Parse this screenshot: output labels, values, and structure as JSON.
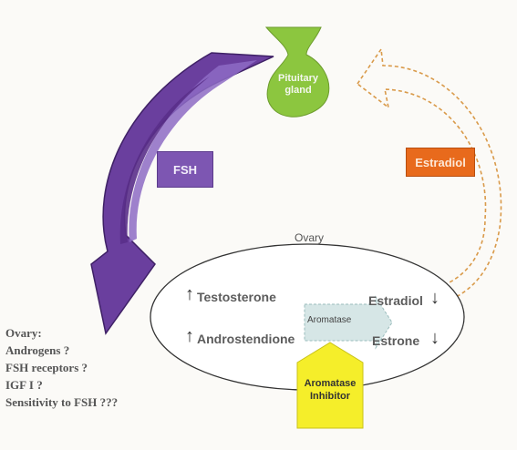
{
  "diagram": {
    "gland_label_line1": "Pituitary",
    "gland_label_line2": "gland",
    "fsh_label": "FSH",
    "estradiol_feedback_label": "Estradiol",
    "ovary_label": "Ovary",
    "testosterone_label": "Testosterone",
    "androstendione_label": "Androstendione",
    "aromatase_label": "Aromatase",
    "estradiol_label": "Estradiol",
    "estrone_label": "Estrone",
    "inhibitor_line1": "Aromatase",
    "inhibitor_line2": "Inhibitor",
    "up_arrow": "↑",
    "down_arrow": "↓"
  },
  "notes": {
    "title": "Ovary:",
    "items": [
      "Androgens ?",
      "FSH receptors ?",
      "IGF I ?",
      "Sensitivity to FSH ???"
    ]
  },
  "colors": {
    "gland": "#8cc63f",
    "fsh": "#7d56b2",
    "estradiol": "#e86a1c",
    "aromatase_arrow": "#d6e6e6",
    "inhibitor": "#f5ee2a"
  }
}
